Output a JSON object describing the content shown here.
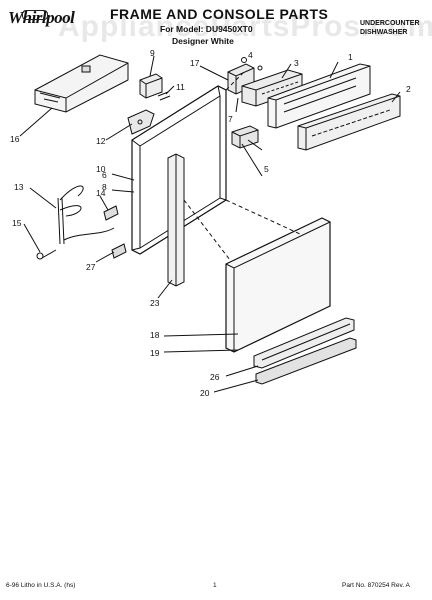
{
  "header": {
    "brand": "Whirlpool",
    "title": "FRAME AND CONSOLE PARTS",
    "model_line": "For Model: DU9450XT0",
    "color_line": "Designer White",
    "type_line1": "UNDERCOUNTER",
    "type_line2": "DISHWASHER",
    "watermark": "AppliancePartsPros.com"
  },
  "callouts": {
    "c1": "1",
    "c2": "2",
    "c3": "3",
    "c4": "4",
    "c5": "5",
    "c6": "6",
    "c7": "7",
    "c8": "8",
    "c9": "9",
    "c10": "10",
    "c11": "11",
    "c12": "12",
    "c13": "13",
    "c14": "14",
    "c15": "15",
    "c16": "16",
    "c17": "17",
    "c18": "18",
    "c19": "19",
    "c20": "20",
    "c23": "23",
    "c26": "26",
    "c27": "27"
  },
  "footer": {
    "left": "6-96 Litho in U.S.A. (hs)",
    "center": "1",
    "right": "Part No. 870254 Rev. A"
  }
}
